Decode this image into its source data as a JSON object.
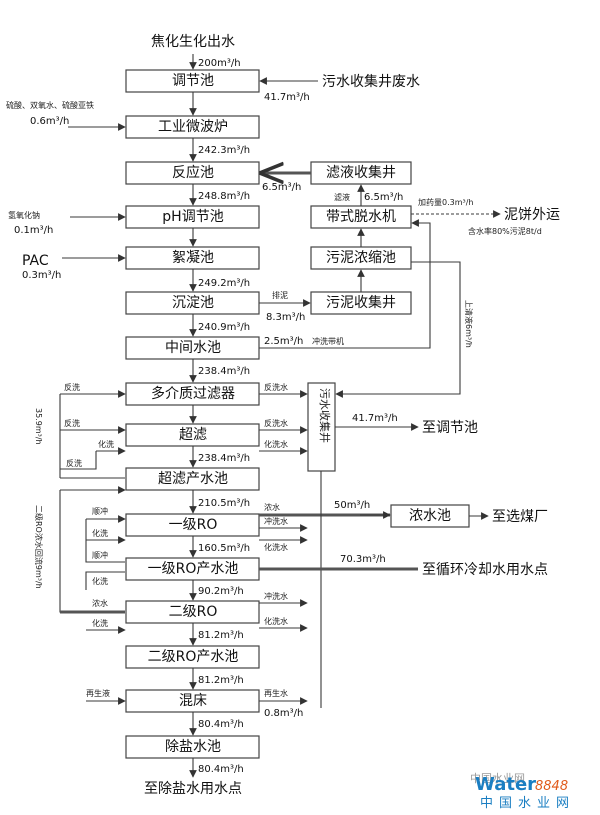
{
  "header": {
    "source": "焦化生化出水"
  },
  "footer": {
    "dest": "至除盐水用水点"
  },
  "main_units": [
    "调节池",
    "工业微波炉",
    "反应池",
    "pH调节池",
    "絮凝池",
    "沉淀池",
    "中间水池",
    "多介质过滤器",
    "超滤",
    "超滤产水池",
    "一级RO",
    "一级RO产水池",
    "二级RO",
    "二级RO产水池",
    "混床",
    "除盐水池"
  ],
  "main_flows": [
    "200m³/h",
    "242.3m³/h",
    "248.8m³/h",
    "249.2m³/h",
    "240.9m³/h",
    "238.4m³/h",
    "238.4m³/h",
    "210.5m³/h",
    "160.5m³/h",
    "90.2m³/h",
    "81.2m³/h",
    "81.2m³/h",
    "80.4m³/h",
    "80.4m³/h"
  ],
  "side_units": {
    "wastewater_well": "污水收集井废水",
    "filtrate_well": "滤液收集井",
    "belt_press": "带式脱水机",
    "sludge_thickener": "污泥浓缩池",
    "sludge_well": "污泥收集井",
    "sewage_collect": "污水收集井",
    "brine_pool": "浓水池"
  },
  "destinations": {
    "sludge_out": "泥饼外运",
    "coal_washing": "至选煤厂",
    "to_equalization": "至调节池",
    "cooling_water": "至循环冷却水用水点"
  },
  "labels": {
    "wastewater_flow": "41.7m³/h",
    "dosing1": "硫酸、双氧水、硫酸亚铁",
    "dosing1_flow": "0.6m³/h",
    "filtrate_flow": "6.5m³/h",
    "filtrate_small": "滤液",
    "filtrate_small_flow": "6.5m³/h",
    "naoh": "氢氧化钠",
    "naoh_flow": "0.1m³/h",
    "pac": "PAC",
    "pac_flow": "0.3m³/h",
    "dosage_note": "加药量0.3m³/h",
    "water_content": "含水率80%污泥8t/d",
    "sludge_discharge": "排泥",
    "sludge_flow": "8.3m³/h",
    "wash_flow": "2.5m³/h",
    "wash_note": "冲洗带机",
    "supernatant": "上清液6m³/h",
    "backwash": "反洗",
    "backwash_water": "反洗水",
    "backflow_left": "35.9m³/h",
    "chem_wash": "化洗",
    "chem_wash_water": "化洗水",
    "brine_to_eq": "41.7m³/h",
    "flush": "顺冲",
    "flush_water": "冲洗水",
    "brine": "浓水",
    "brine_flow": "50m³/h",
    "ro2_brine_return": "二级RO浓水回流9m³/h",
    "cooling_flow": "70.3m³/h",
    "regen": "再生液",
    "regen_water": "再生水",
    "regen_flow": "0.8m³/h",
    "watermark_brand": "Water",
    "watermark_num": "8848",
    "watermark_cn": "中国水业网",
    "watermark_gray": "中国水业网"
  }
}
